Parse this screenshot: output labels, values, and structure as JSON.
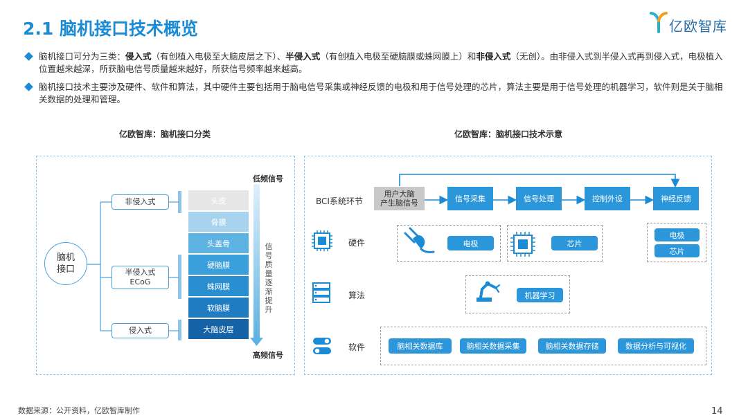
{
  "header": {
    "title": "2.1 脑机接口技术概览",
    "logo_text": "亿欧智库"
  },
  "bullets": [
    {
      "p1": "脑机接口可分为三类：",
      "b1": "侵入式",
      "p2": "（有创植入电极至大脑皮层之下）、",
      "b2": "半侵入式",
      "p3": "（有创植入电极至硬脑膜或蛛网膜上）和",
      "b3": "非侵入式",
      "p4": "（无创）。由非侵入式到半侵入式再到侵入式，电极植入位置越来越深，所获脑电信号质量越来越好，所获信号频率越来越高。"
    },
    {
      "text": "脑机接口技术主要涉及硬件、软件和算法，其中硬件主要包括用于脑电信号采集或神经反馈的电极和用于信号处理的芯片，算法主要是用于信号处理的机器学习，软件则是关于脑相关数据的处理和管理。"
    }
  ],
  "left_chart": {
    "subtitle": "亿欧智库：脑机接口分类",
    "root": "脑机\n接口",
    "categories": {
      "non_invasive": "非侵入式",
      "semi_invasive_1": "半侵入式",
      "semi_invasive_2": "ECoG",
      "invasive": "侵入式"
    },
    "layers": [
      "头皮",
      "骨膜",
      "头盖骨",
      "硬脑膜",
      "蛛网膜",
      "软脑膜",
      "大脑皮层"
    ],
    "low_label": "低频信号",
    "high_label": "高频信号",
    "axis_text": "信号质量逐渐提升"
  },
  "right_chart": {
    "subtitle": "亿欧智库：脑机接口技术示意",
    "bci_label": "BCI系统环节",
    "flow": [
      "用户大脑\n产生脑信号",
      "信号采集",
      "信号处理",
      "控制外设",
      "神经反馈"
    ],
    "hardware_label": "硬件",
    "hardware_items": {
      "electrode": "电极",
      "chip": "芯片",
      "right_electrode": "电极",
      "right_chip": "芯片"
    },
    "algorithm_label": "算法",
    "algorithm_item": "机器学习",
    "software_label": "软件",
    "software_items": [
      "脑相关数据库",
      "脑相关数据采集",
      "脑相关数据存储",
      "数据分析与可视化"
    ]
  },
  "footer": {
    "source": "数据来源：公开资料，亿欧智库制作",
    "page": "14"
  },
  "colors": {
    "accent": "#1a8bd4",
    "layer_gradient": [
      "#e6e6e6",
      "#a8d3ee",
      "#5fb3e3",
      "#3aa0dc",
      "#2a8fd0",
      "#1f7cc0",
      "#1662a6"
    ]
  }
}
